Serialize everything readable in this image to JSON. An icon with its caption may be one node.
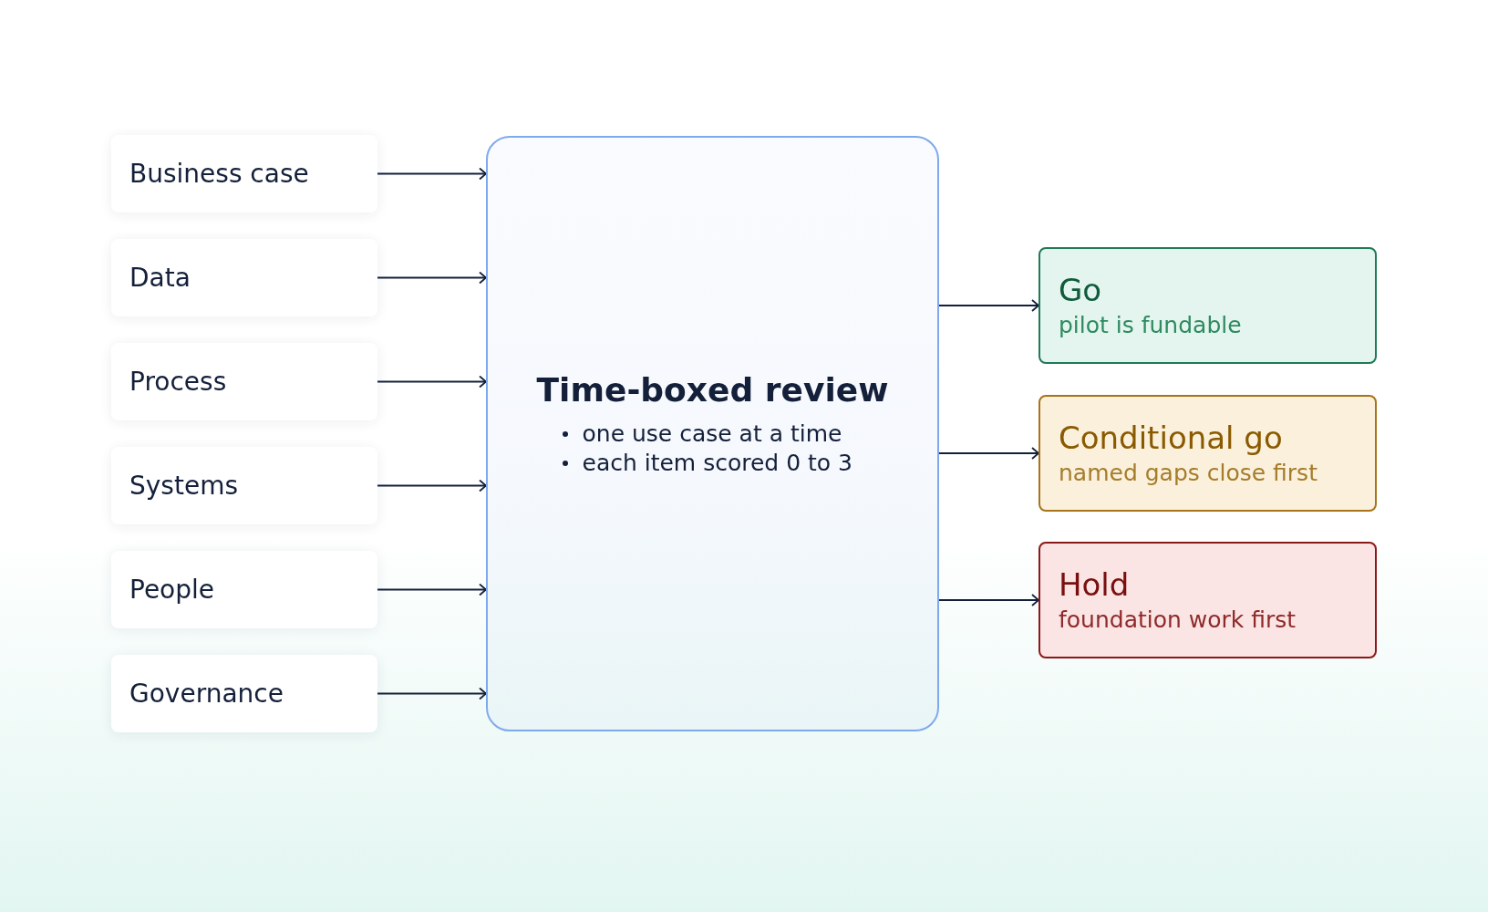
{
  "diagram": {
    "nodes": [
      {
        "text": [
          "Business case"
        ]
      },
      {
        "text": [
          "Data"
        ]
      },
      {
        "text": [
          "Process"
        ]
      },
      {
        "text": [
          "Systems"
        ]
      },
      {
        "text": [
          "People"
        ]
      },
      {
        "text": [
          "Governance"
        ]
      },
      {
        "text": [
          "Time-boxed review",
          "one use case at a time",
          "each item scored 0 to 3"
        ]
      },
      {
        "text": [
          "Go",
          "pilot is fundable"
        ]
      },
      {
        "text": [
          "Conditional go",
          "named gaps close first"
        ]
      },
      {
        "text": [
          "Hold",
          "foundation work first"
        ]
      }
    ],
    "edges": [
      {
        "from": 0,
        "to": 6,
        "arrow": "to"
      },
      {
        "from": 1,
        "to": 6,
        "arrow": "to"
      },
      {
        "from": 2,
        "to": 6,
        "arrow": "to"
      },
      {
        "from": 3,
        "to": 6,
        "arrow": "to"
      },
      {
        "from": 4,
        "to": 6,
        "arrow": "to"
      },
      {
        "from": 5,
        "to": 6,
        "arrow": "to"
      },
      {
        "from": 6,
        "to": 7,
        "arrow": "to"
      },
      {
        "from": 6,
        "to": 8,
        "arrow": "to"
      },
      {
        "from": 6,
        "to": 9,
        "arrow": "to"
      }
    ]
  }
}
